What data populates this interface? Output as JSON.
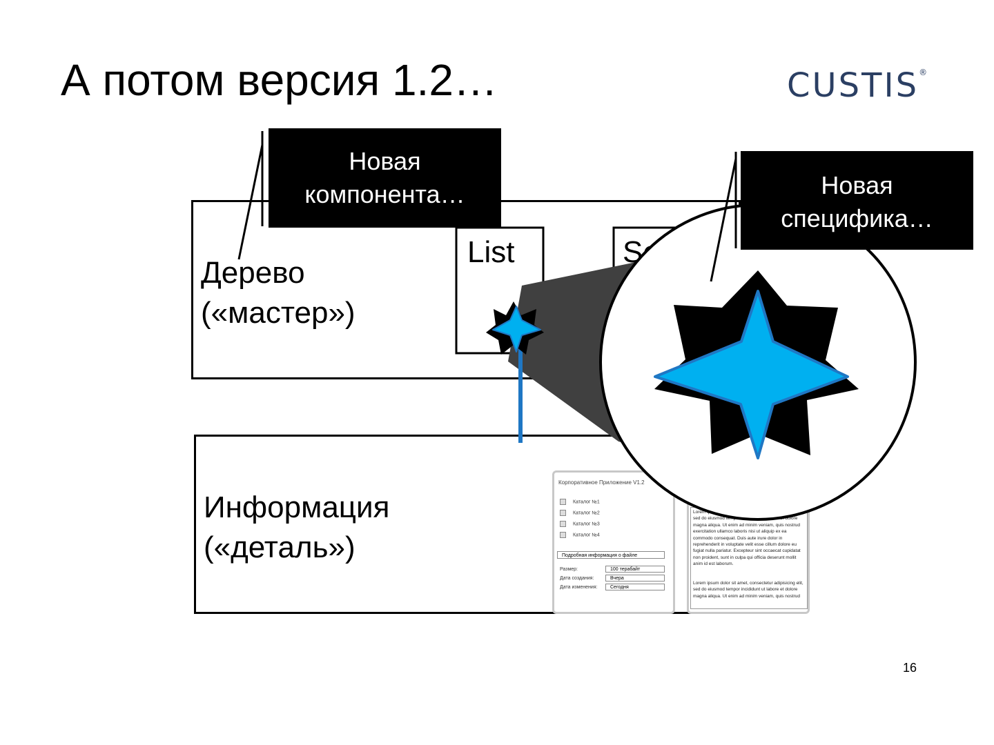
{
  "slide": {
    "title": "А потом версия 1.2…",
    "logo": "CUSTIS",
    "logo_mark": "®",
    "page_number": "16"
  },
  "callouts": {
    "component_line1": "Новая",
    "component_line2": "компонента…",
    "specific_line1": "Новая",
    "specific_line2": "специфика…"
  },
  "master": {
    "label_line1": "Дерево",
    "label_line2": "(«мастер»)",
    "list_label": "List",
    "hidden_box_label": "Se"
  },
  "detail": {
    "label_line1": "Информация",
    "label_line2": "(«деталь»)"
  },
  "mock_window": {
    "title": "Корпоративное Приложение V1.2",
    "catalogs": [
      "Каталог №1",
      "Каталог №2",
      "Каталог №3",
      "Каталог №4"
    ],
    "info_header": "Подробная информация о файле",
    "fields": [
      {
        "label": "Размер:",
        "value": "100 терабайт"
      },
      {
        "label": "Дата создания:",
        "value": "Вчера"
      },
      {
        "label": "Дата изменения:",
        "value": "Сегодня"
      }
    ]
  },
  "lorem_window": {
    "para1": "Lorem ipsum dolor sit amet, consectetur adipisicing elit, sed do eiusmod tempor incididunt ut labore et dolore magna aliqua. Ut enim ad minim veniam, quis nostrud exercitation ullamco laboris nisi ut aliquip ex ea commodo consequat. Duis aute irure dolor in reprehenderit in voluptate velit esse cillum dolore eu fugiat nulla pariatur. Excepteur sint occaecat cupidatat non proident, sunt in culpa qui officia deserunt mollit anim id est laborum.",
    "para2": "Lorem ipsum dolor sit amet, consectetur adipisicing elit, sed do eiusmod tempor incididunt ut labore et dolore magna aliqua. Ut enim ad minim veniam, quis nostrud"
  },
  "colors": {
    "accent_blue": "#00b0f0",
    "blue_stroke": "#1f77c4",
    "zoom_shadow": "#404040",
    "logo": "#2b3f63"
  }
}
